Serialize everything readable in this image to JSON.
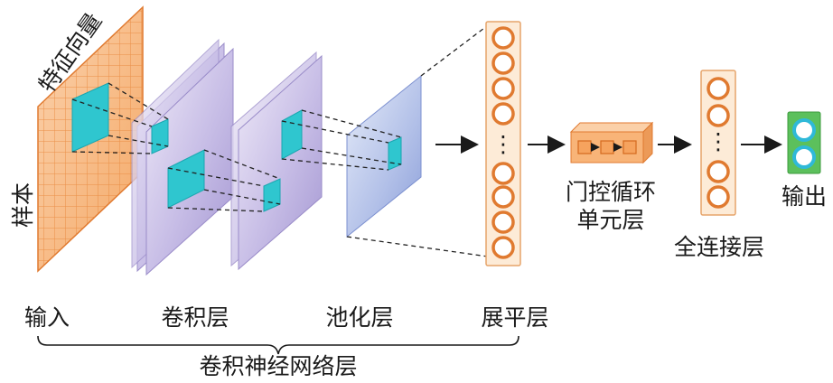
{
  "input": {
    "axis_feature": "特征向量",
    "axis_sample": "样本",
    "label": "输入"
  },
  "layers": {
    "conv": "卷积层",
    "pool": "池化层",
    "flatten": "展平层",
    "gru_line1": "门控循环",
    "gru_line2": "单元层",
    "fc": "全连接层",
    "output": "输出"
  },
  "brace_label": "卷积神经网络层",
  "ellipsis": "⋮",
  "colors": {
    "input_grid": "#f6b27a",
    "input_grid_line": "#e68a45",
    "conv_plane": "#b9aedc",
    "pool_plane": "#9fb0df",
    "filter": "#2fc6cf",
    "neuron_fill": "#f7b27a",
    "neuron_ring": "#e07a30",
    "output_box": "#5cc05c",
    "output_neuron": "#2fb9d8",
    "arrow": "#1a1a1a"
  }
}
